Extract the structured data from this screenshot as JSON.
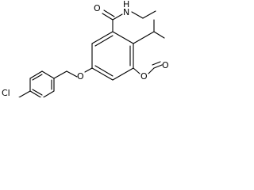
{
  "molecule": {
    "atoms": {
      "chlorine": "Cl",
      "ether_oxygen": "O",
      "ring_oxygen": "O",
      "carbonyl_oxygen_lactone": "O",
      "amide_oxygen": "O",
      "amide_nitrogen": "N",
      "amide_hydrogen": "H"
    }
  }
}
